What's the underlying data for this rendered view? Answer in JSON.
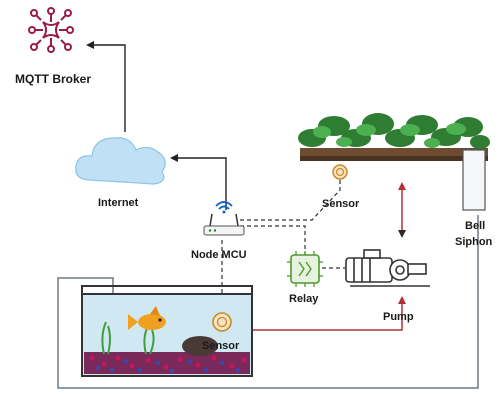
{
  "labels": {
    "mqtt_broker": "MQTT Broker",
    "internet": "Internet",
    "node_mcu": "Node MCU",
    "sensor_top": "Sensor",
    "relay": "Relay",
    "pump": "Pump",
    "sensor_tank": "Sensor",
    "bell": "Bell",
    "siphon": "Siphon"
  },
  "colors": {
    "broker": "#9b1b4a",
    "cloud": "#bfe0f5",
    "cloud_edge": "#8fc4e6",
    "relay": "#4e9a2e",
    "pipe_red": "#b03030",
    "pipe_gray": "#6b7a86",
    "water": "#cfe8f2",
    "gravel_a": "#c2185b",
    "gravel_b": "#3949ab",
    "fish": "#f0a020",
    "leaf": "#2e7d32",
    "soil": "#6d4c2f",
    "sensor": "#c98a2b"
  },
  "icons": [
    "broker-icon",
    "cloud-icon",
    "router-icon",
    "relay-chip-icon",
    "pump-motor-icon",
    "sensor-icon",
    "fish-icon",
    "plant-bed-icon",
    "bell-siphon-pipe"
  ]
}
